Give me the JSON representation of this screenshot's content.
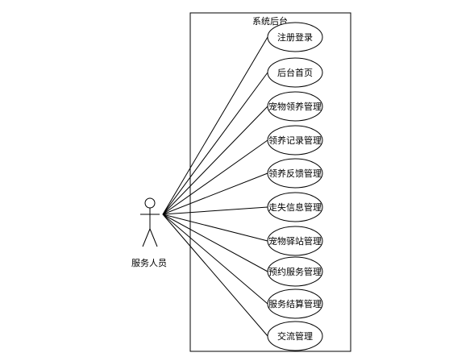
{
  "system": {
    "title": "系统后台"
  },
  "actor": {
    "name": "服务人员"
  },
  "use_cases": [
    {
      "label": "注册登录"
    },
    {
      "label": "后台首页"
    },
    {
      "label": "宠物领养管理"
    },
    {
      "label": "领养记录管理"
    },
    {
      "label": "领养反馈管理"
    },
    {
      "label": "走失信息管理"
    },
    {
      "label": "宠物驿站管理"
    },
    {
      "label": "预约服务管理"
    },
    {
      "label": "服务结算管理"
    },
    {
      "label": "交流管理"
    }
  ]
}
